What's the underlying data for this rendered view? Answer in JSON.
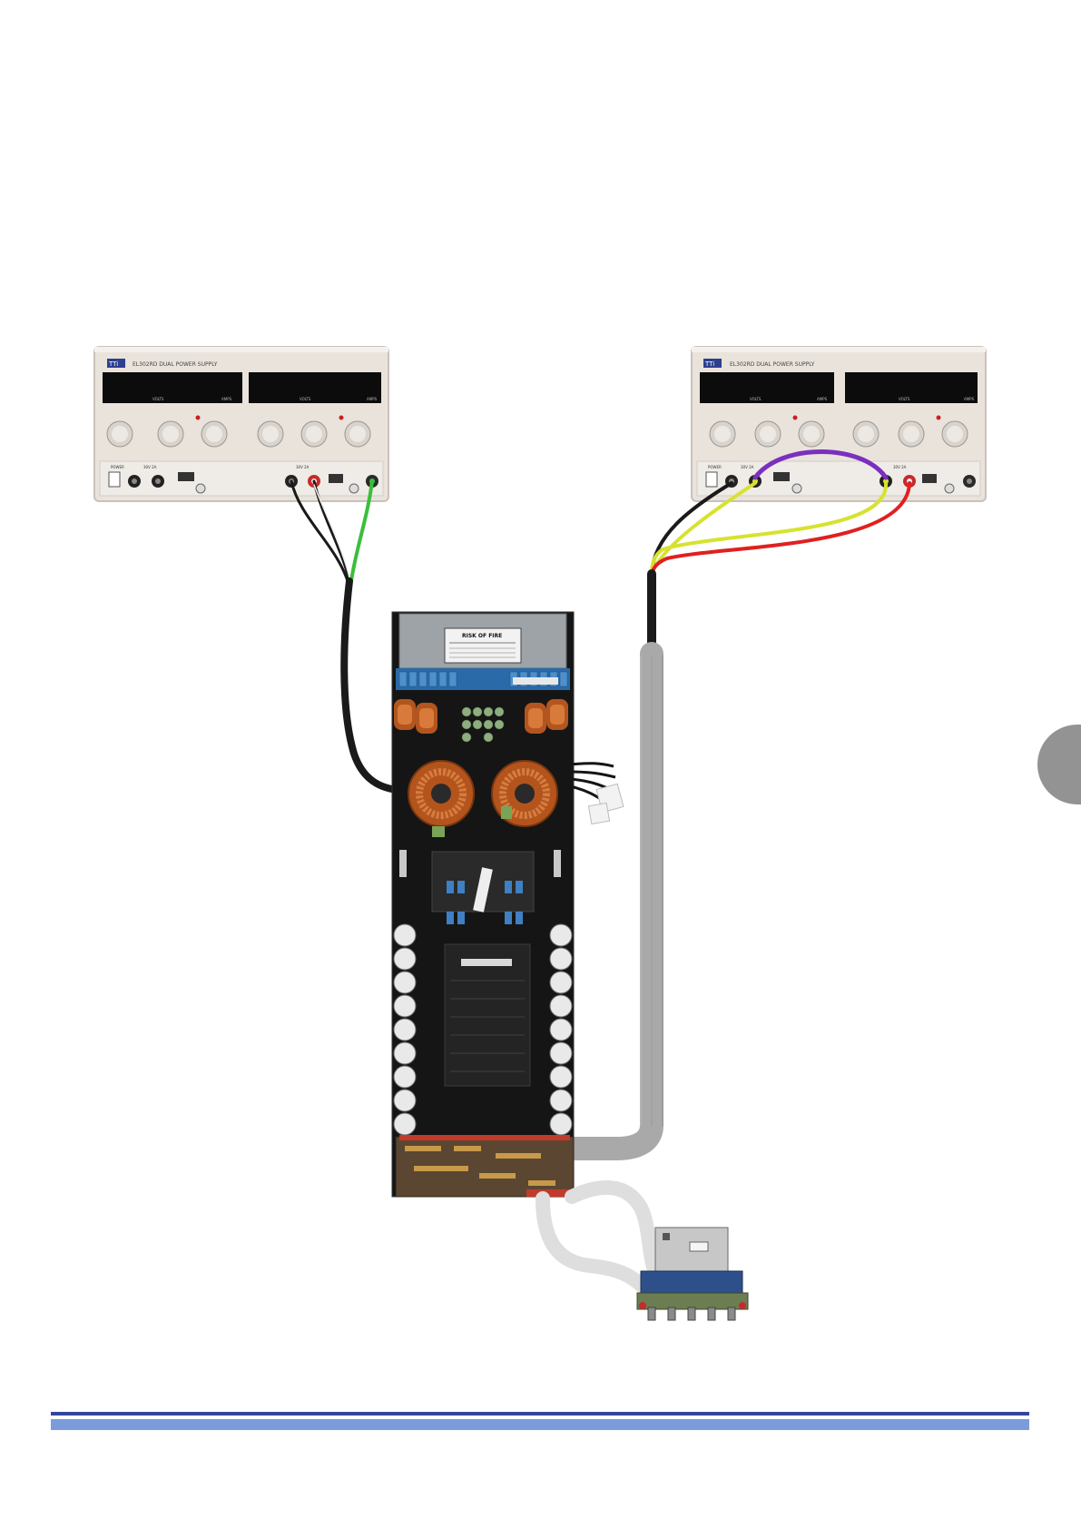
{
  "page": {
    "background": "#ffffff",
    "side_tab_color": "#939393",
    "footer_rule_colors": [
      "#33459c",
      "#7b9bdb"
    ]
  },
  "power_supply_left": {
    "model_label": "EL302RD DUAL POWER SUPPLY",
    "brand": "TTi",
    "meter_labels": [
      "VOLTS",
      "AMPS",
      "VOLTS",
      "AMPS"
    ],
    "power_label": "POWER",
    "output_label": "30V 2A"
  },
  "power_supply_right": {
    "model_label": "EL302RD DUAL POWER SUPPLY",
    "brand": "TTi",
    "meter_labels": [
      "VOLTS",
      "AMPS",
      "VOLTS",
      "AMPS"
    ],
    "power_label": "POWER",
    "output_label": "30V 2A"
  },
  "board": {
    "warning_title": "RISK OF FIRE"
  },
  "wire_colors": {
    "black": "#1a1a1a",
    "green": "#3bbf3b",
    "yellow": "#d7e230",
    "red": "#e02020",
    "purple": "#7b2fbf",
    "ribbon": "#a9a9a9"
  }
}
